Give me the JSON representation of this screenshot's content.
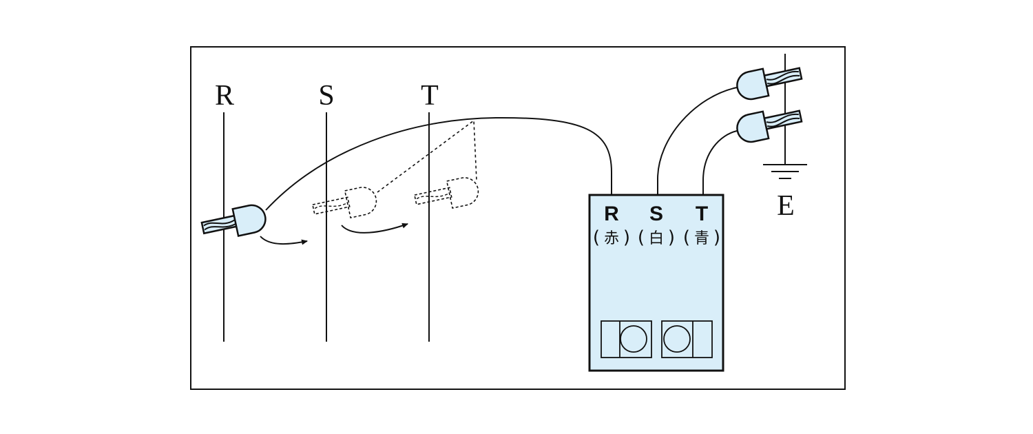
{
  "colors": {
    "probe_fill": "#d9eef9",
    "line": "#111111",
    "background": "#ffffff"
  },
  "conductors": {
    "r": "R",
    "s": "S",
    "t": "T"
  },
  "earth": {
    "label": "E"
  },
  "meter": {
    "terminals": [
      {
        "phase": "R",
        "color": "赤"
      },
      {
        "phase": "S",
        "color": "白"
      },
      {
        "phase": "T",
        "color": "青"
      }
    ]
  }
}
